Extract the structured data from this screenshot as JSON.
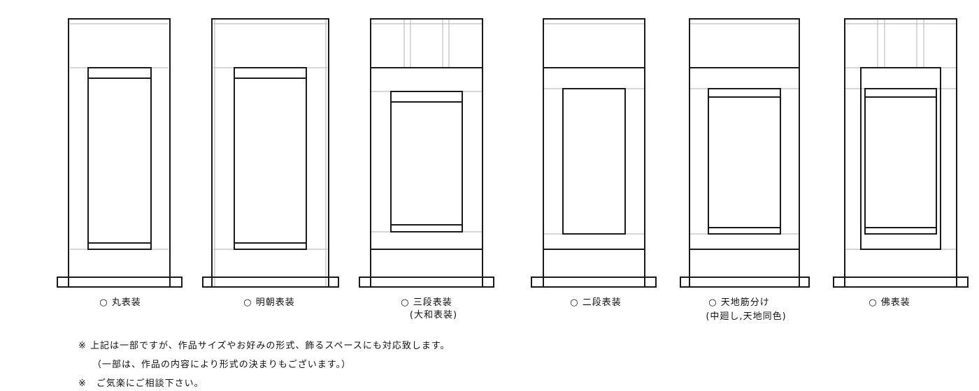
{
  "styles": [
    {
      "label": "○ 丸表装",
      "sub": ""
    },
    {
      "label": "○ 明朝表装",
      "sub": ""
    },
    {
      "label": "○ 三段表装",
      "sub": "(大和表装)"
    },
    {
      "label": "○ 二段表装",
      "sub": ""
    },
    {
      "label": "○ 天地筋分け",
      "sub": "(中廻し,天地同色)"
    },
    {
      "label": "○ 佛表装",
      "sub": ""
    }
  ],
  "notes": [
    "※ 上記は一部ですが、作品サイズやお好みの形式、飾るスペースにも対応致します。",
    "（一部は、作品の内容により形式の決まりもございます。）",
    "※　ご気楽にご相談下さい。"
  ]
}
